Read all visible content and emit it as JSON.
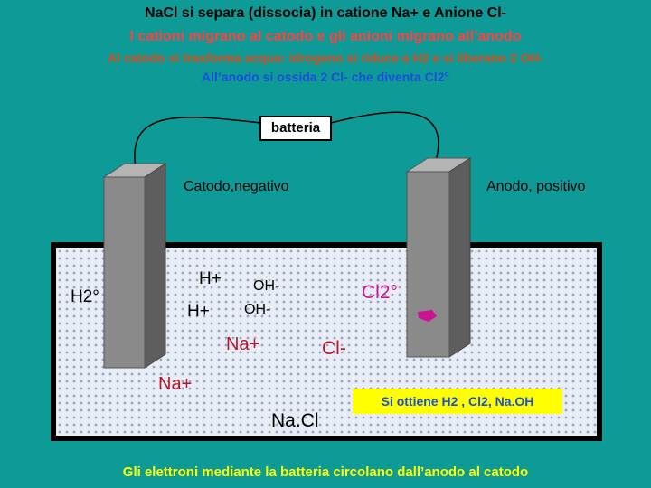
{
  "title_lines": [
    "NaCl si separa (dissocia) in catione Na+ e Anione Cl-",
    "I cationi migrano al catodo e gli anioni migrano all’anodo",
    "Al catodo si trasforma acqua: idrogeno si riduce a H2 e si liberano 2 OH-",
    "All’anodo si ossida 2 Cl- che diventa Cl2°"
  ],
  "battery_label": "batteria",
  "cathode_label": "Catodo,negativo",
  "anode_label": "Anodo, positivo",
  "ions": {
    "h_plus_1": "H+",
    "h_plus_2": "H+",
    "oh_minus_1": "OH-",
    "oh_minus_2": "OH-",
    "h2": "H2°",
    "cl2": "Cl2°",
    "na_plus_1": "Na+",
    "na_plus_2": "Na+",
    "cl_minus": "Cl-",
    "nacl": "Na.Cl"
  },
  "result_label": "Si ottiene H2 , Cl2, Na.OH",
  "footer": "Gli elettroni mediante la batteria circolano dall’anodo al catodo",
  "colors": {
    "background": "#0e9a96",
    "cl2": "#cc1493",
    "cl_minus": "#b8162a",
    "na_plus": "#b8162a",
    "result_bg": "#ffff00",
    "footer": "#ffff00"
  }
}
